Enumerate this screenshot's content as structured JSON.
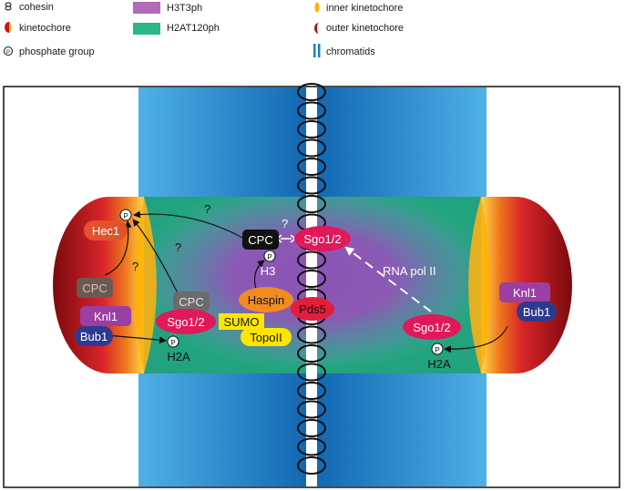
{
  "legend": {
    "cohesin": "cohesin",
    "kinetochore": "kinetochore",
    "phosphate": "phosphate group",
    "h3t3ph": "H3T3ph",
    "h2at120ph": "H2AT120ph",
    "inner_kinetochore": "inner kinetochore",
    "outer_kinetochore": "outer kinetochore",
    "chromatids": "chromatids"
  },
  "colors": {
    "h3t3ph": "#b36ab7",
    "h2at120ph": "#2bb78a",
    "chromatid": "#1f7fc6",
    "sgo": "#e0195a",
    "cpc": "#6b6b6b",
    "hec1": "#e2532b",
    "knl1": "#9b3fa2",
    "bub1": "#2e3a8f",
    "haspin": "#f28c1f",
    "sumo": "#ffe500",
    "pds5": "#e31d3c",
    "outer_kinetochore": "#8b0e12",
    "inner_kinetochore": "#ffb000"
  },
  "labels": {
    "hec1": "Hec1",
    "cpc_left": "CPC",
    "knl1_left": "Knl1",
    "bub1_left": "Bub1",
    "cpc_mid": "CPC",
    "sgo_left": "Sgo1/2",
    "h2a_left": "H2A",
    "cpc_center": "CPC",
    "sgo_center": "Sgo1/2",
    "h3": "H3",
    "haspin": "Haspin",
    "pds5": "Pds5",
    "sumo": "SUMO",
    "topoii": "TopoII",
    "rna_pol": "RNA pol II",
    "knl1_right": "Knl1",
    "bub1_right": "Bub1",
    "sgo_right": "Sgo1/2",
    "h2a_right": "H2A",
    "p": "P",
    "q": "?"
  }
}
